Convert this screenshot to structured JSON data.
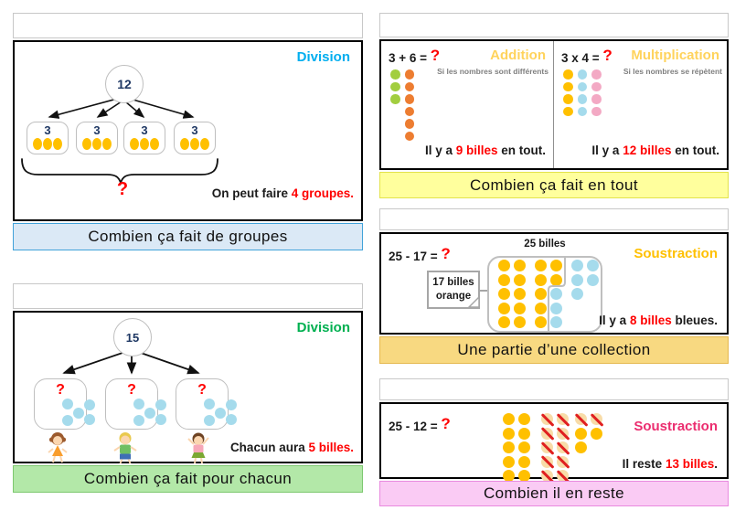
{
  "colors": {
    "division_blue": "#00AEEF",
    "division_green": "#00B050",
    "operation_gold": "#FFD35C",
    "soustraction_gold": "#FFC000",
    "soustraction_pink": "#EB2D6F",
    "highlight_red": "#FF0000",
    "number_navy": "#1F3864",
    "hint_gray": "#7F7F7F",
    "caption_groups_bg": "#DBE9F6",
    "caption_groups_border": "#41A2D9",
    "caption_each_bg": "#B3E8A8",
    "caption_each_border": "#7DC86F",
    "caption_total_bg": "#FFFF9D",
    "caption_total_border": "#E3E34B",
    "caption_part_bg": "#F8D981",
    "caption_part_border": "#E5B84E",
    "caption_remain_bg": "#FACBF4",
    "caption_remain_border": "#E98ADF"
  },
  "dot_colors": {
    "gold": "#FFC000",
    "orange": "#ED7D31",
    "green": "#A2CE3F",
    "blue": "#A5DBEC",
    "pink": "#F3A9C4",
    "cross": "#F8DCA8"
  },
  "marble_grids": {
    "addition": [
      [
        "green",
        "green",
        "green"
      ],
      [
        "orange",
        "orange",
        "orange",
        "orange",
        "orange",
        "orange"
      ]
    ],
    "multiplication": [
      [
        "gold",
        "gold",
        "gold",
        "gold"
      ],
      [
        "blue",
        "blue",
        "blue",
        "blue"
      ],
      [
        "pink",
        "pink",
        "pink",
        "pink"
      ]
    ],
    "part_left": [
      [
        "gold",
        "gold",
        "gold",
        "gold",
        "gold"
      ],
      [
        "gold",
        "gold",
        "gold",
        "gold",
        "gold"
      ]
    ],
    "part_mid": [
      [
        "gold",
        "gold",
        "gold",
        "gold",
        "gold"
      ],
      [
        "gold",
        "gold",
        "blue",
        "blue",
        "blue"
      ]
    ],
    "part_right": [
      [
        "blue",
        "blue",
        "blue"
      ],
      [
        "blue",
        "blue"
      ]
    ],
    "remain_left": [
      [
        "gold",
        "gold",
        "gold",
        "gold",
        "gold"
      ],
      [
        "gold",
        "gold",
        "gold",
        "gold",
        "gold"
      ]
    ],
    "remain_mid": [
      [
        "cross",
        "cross",
        "cross",
        "cross",
        "cross"
      ],
      [
        "cross",
        "cross",
        "cross",
        "cross",
        "cross"
      ]
    ],
    "remain_right": [
      [
        "cross",
        "gold",
        "gold"
      ],
      [
        "cross",
        "gold"
      ]
    ]
  },
  "cards": {
    "groups": {
      "label": "Division",
      "root": "12",
      "box_value": "3",
      "qmark": "?",
      "result_prefix": "On peut faire ",
      "result_highlight": "4 groupes.",
      "caption": "Combien ça fait de groupes"
    },
    "each": {
      "label": "Division",
      "root": "15",
      "box_qmark": "?",
      "result_prefix": "Chacun aura ",
      "result_highlight": "5 billes.",
      "caption": "Combien ça fait pour chacun"
    },
    "total": {
      "caption": "Combien ça fait en tout",
      "addition": {
        "equation": "3 + 6 = ",
        "qmark": "?",
        "label": "Addition",
        "hint": "Si les nombres sont différents",
        "result_prefix": "Il y a ",
        "result_highlight": "9 billes",
        "result_suffix": " en tout."
      },
      "multiplication": {
        "equation": "3 x 4 = ",
        "qmark": "?",
        "label": "Multiplication",
        "hint": "Si les nombres se répètent",
        "result_prefix": "Il y a ",
        "result_highlight": "12 billes",
        "result_suffix": " en tout."
      }
    },
    "part": {
      "equation": "25 - 17 = ",
      "qmark": "?",
      "label": "Soustraction",
      "collection_label": "25 billes",
      "callout_line1": "17 billes",
      "callout_line2": "orange",
      "result_prefix": "Il y a ",
      "result_highlight": "8 billes",
      "result_suffix": " bleues.",
      "caption": "Une partie d’une collection"
    },
    "remain": {
      "equation": "25 - 12 = ",
      "qmark": "?",
      "label": "Soustraction",
      "result_prefix": "Il reste ",
      "result_highlight": "13 billes",
      "result_suffix": ".",
      "caption": "Combien il en reste"
    }
  }
}
